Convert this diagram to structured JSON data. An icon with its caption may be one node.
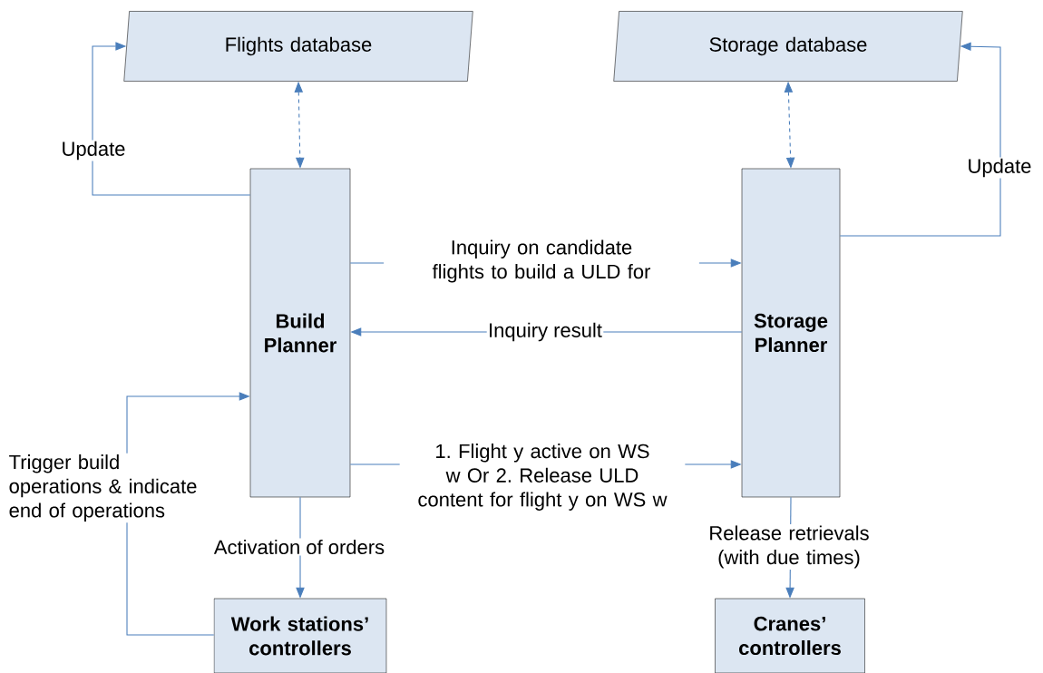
{
  "diagram": {
    "nodes": [
      {
        "text": [
          "Flights database"
        ]
      },
      {
        "text": [
          "Storage database"
        ]
      },
      {
        "text": [
          "Build Planner"
        ]
      },
      {
        "text": [
          "Storage Planner"
        ]
      },
      {
        "text": [
          "Work stations’ controllers"
        ]
      },
      {
        "text": [
          "Cranes’ controllers"
        ]
      }
    ],
    "edges": [
      {
        "from": 2,
        "to": 0,
        "arrow": "to",
        "label": "Update"
      },
      {
        "from": 0,
        "to": 2,
        "arrow": "both",
        "style": "dashed"
      },
      {
        "from": 1,
        "to": 3,
        "arrow": "both",
        "style": "dashed"
      },
      {
        "from": 3,
        "to": 1,
        "arrow": "to",
        "label": "Update"
      },
      {
        "from": 2,
        "to": 3,
        "arrow": "to",
        "label": "Inquiry on candidate flights to build a ULD for"
      },
      {
        "from": 3,
        "to": 2,
        "arrow": "to",
        "label": "Inquiry result"
      },
      {
        "from": 4,
        "to": 2,
        "arrow": "to",
        "label": "Trigger build operations & indicate end of operations"
      },
      {
        "from": 2,
        "to": 3,
        "arrow": "to",
        "label": "1. Flight y active on WS w Or 2. Release ULD content for flight y on WS w"
      },
      {
        "from": 2,
        "to": 4,
        "arrow": "to",
        "label": "Activation of orders"
      },
      {
        "from": 3,
        "to": 5,
        "arrow": "to",
        "label": "Release retrievals (with due times)"
      }
    ]
  }
}
